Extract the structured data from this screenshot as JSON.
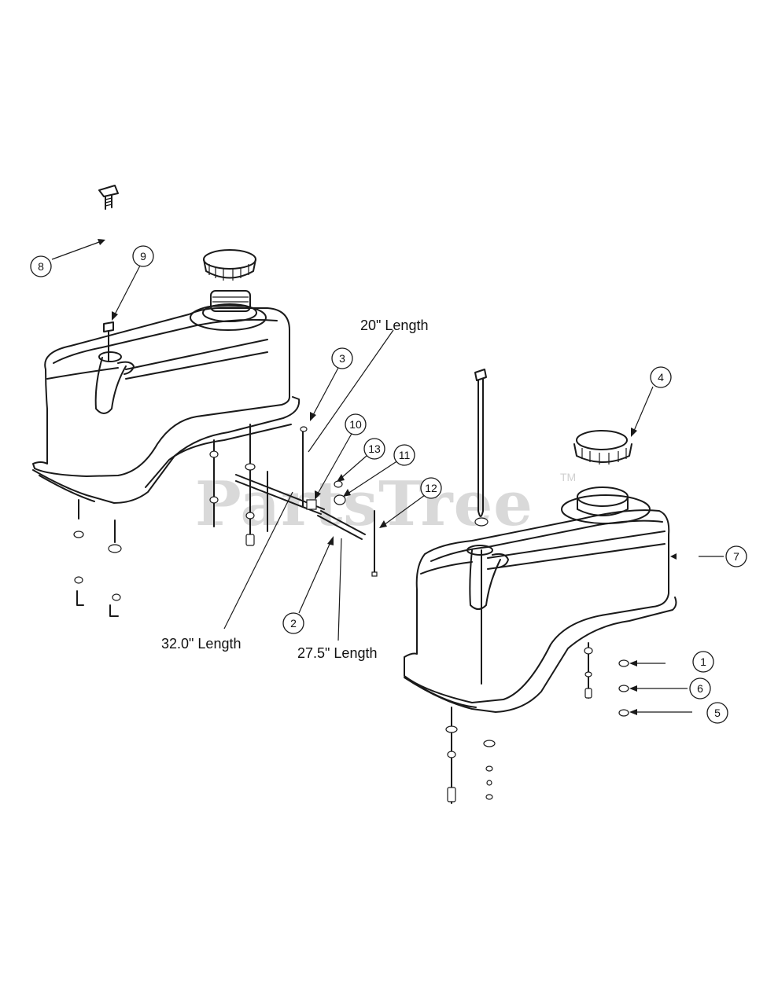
{
  "watermark": {
    "text": "PartsTree",
    "trademark": "TM"
  },
  "length_labels": {
    "hose_20": "20\" Length",
    "hose_32": "32.0\" Length",
    "hose_27": "27.5\" Length"
  },
  "callouts": {
    "c1": "1",
    "c2": "2",
    "c3": "3",
    "c4": "4",
    "c5": "5",
    "c6": "6",
    "c7": "7",
    "c8": "8",
    "c9": "9",
    "c10": "10",
    "c11": "11",
    "c12": "12",
    "c13": "13"
  }
}
